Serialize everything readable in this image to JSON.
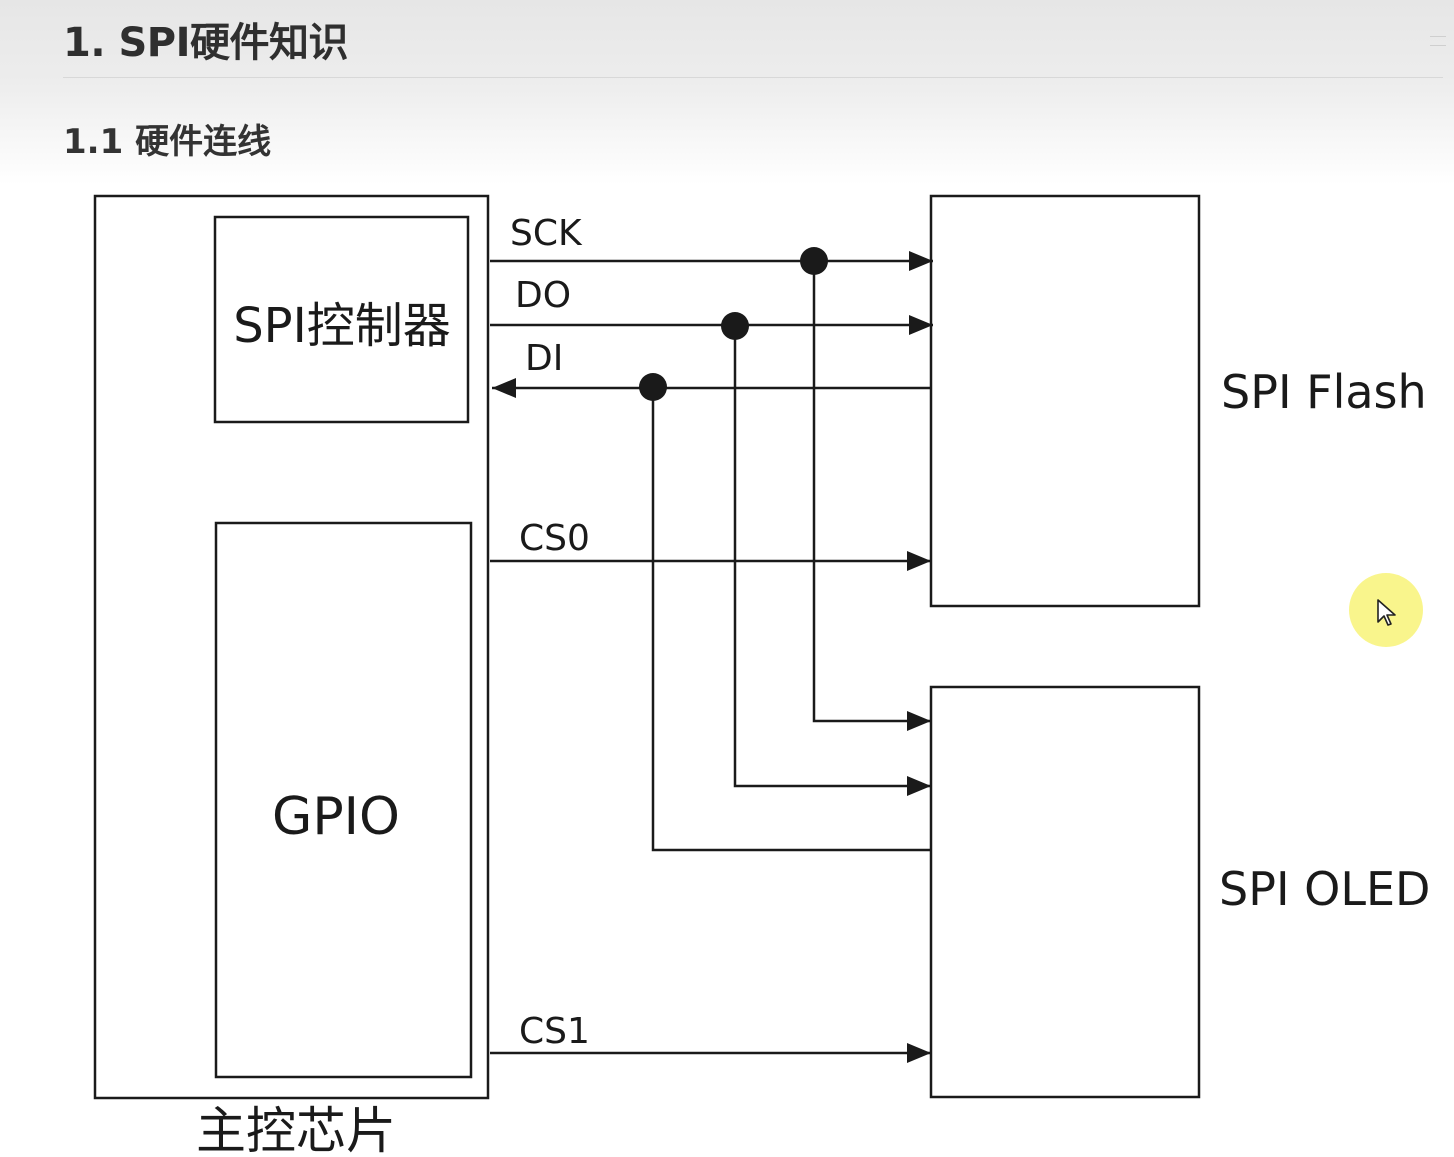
{
  "heading": {
    "h1": "1. SPI硬件知识",
    "h2": "1.1 硬件连线"
  },
  "diagram": {
    "main_chip": {
      "label": "主控芯片"
    },
    "spi_controller": {
      "label": "SPI控制器"
    },
    "gpio": {
      "label": "GPIO"
    },
    "devices": {
      "flash": {
        "label": "SPI Flash"
      },
      "oled": {
        "label": "SPI OLED"
      }
    },
    "signals": {
      "sck": "SCK",
      "do": "DO",
      "di": "DI",
      "cs0": "CS0",
      "cs1": "CS1"
    }
  },
  "colors": {
    "line": "#1a1a1a",
    "cursor_highlight": "#f8f482"
  }
}
